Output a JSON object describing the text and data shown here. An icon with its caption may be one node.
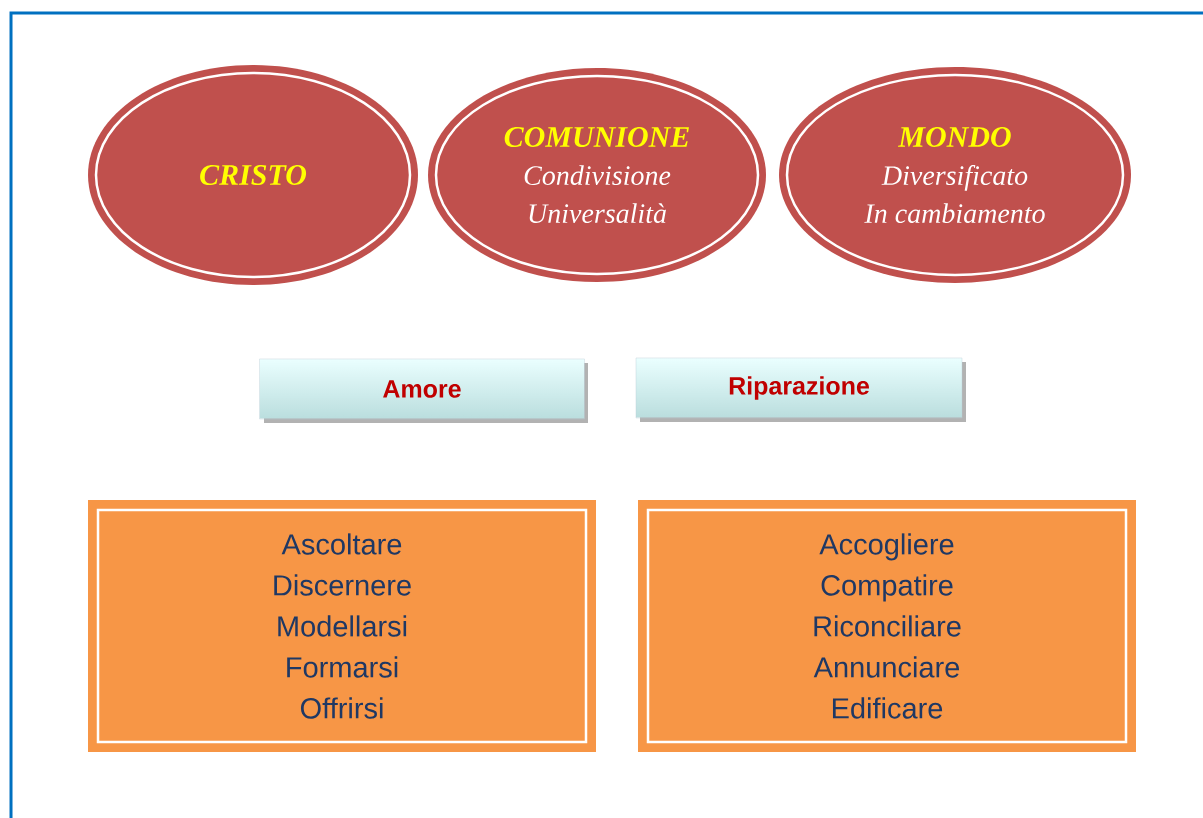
{
  "diagram": {
    "nodes": [
      {
        "text": [
          "CRISTO"
        ]
      },
      {
        "text": [
          "COMUNIONE",
          "Condivisione",
          "Universalità"
        ]
      },
      {
        "text": [
          "MONDO",
          "Diversificato",
          "In cambiamento"
        ]
      },
      {
        "text": [
          "Amore"
        ]
      },
      {
        "text": [
          "Riparazione"
        ]
      },
      {
        "text": [
          "Ascoltare",
          "Discernere",
          "Modellarsi",
          "Formarsi",
          "Offrirsi"
        ]
      },
      {
        "text": [
          "Accogliere",
          "Compatire",
          "Riconciliare",
          "Annunciare",
          "Edificare"
        ]
      }
    ]
  }
}
